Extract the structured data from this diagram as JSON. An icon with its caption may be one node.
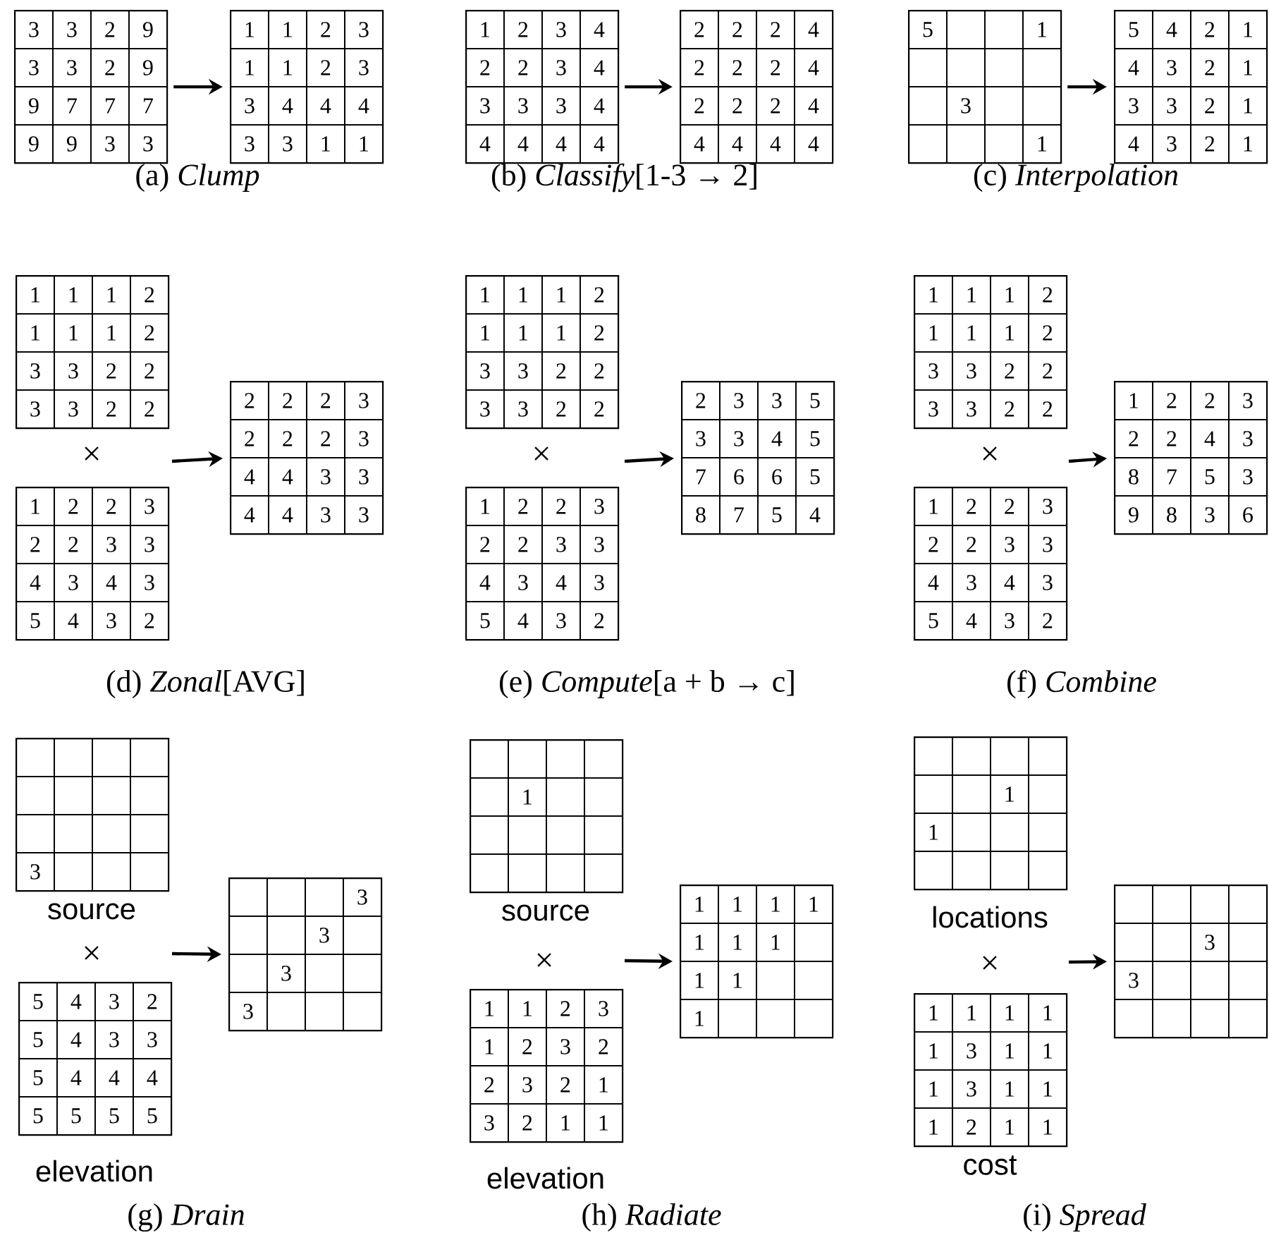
{
  "diagram": {
    "nodes": [
      {
        "text": [],
        "shape": "grid"
      },
      {
        "text": [
          "3"
        ],
        "in": 0
      },
      {
        "text": [
          "3"
        ],
        "in": 0
      },
      {
        "text": [
          "2"
        ],
        "in": 0
      },
      {
        "text": [
          "9"
        ],
        "in": 0
      },
      {
        "text": [
          "3"
        ],
        "in": 0
      },
      {
        "text": [
          "3"
        ],
        "in": 0
      },
      {
        "text": [
          "2"
        ],
        "in": 0
      },
      {
        "text": [
          "9"
        ],
        "in": 0
      },
      {
        "text": [
          "9"
        ],
        "in": 0
      },
      {
        "text": [
          "7"
        ],
        "in": 0
      },
      {
        "text": [
          "7"
        ],
        "in": 0
      },
      {
        "text": [
          "7"
        ],
        "in": 0
      },
      {
        "text": [
          "9"
        ],
        "in": 0
      },
      {
        "text": [
          "9"
        ],
        "in": 0
      },
      {
        "text": [
          "3"
        ],
        "in": 0
      },
      {
        "text": [
          "3"
        ],
        "in": 0
      },
      {
        "text": [],
        "shape": "grid"
      },
      {
        "text": [
          "1"
        ],
        "in": 17
      },
      {
        "text": [
          "1"
        ],
        "in": 17
      },
      {
        "text": [
          "2"
        ],
        "in": 17
      },
      {
        "text": [
          "3"
        ],
        "in": 17
      },
      {
        "text": [
          "1"
        ],
        "in": 17
      },
      {
        "text": [
          "1"
        ],
        "in": 17
      },
      {
        "text": [
          "2"
        ],
        "in": 17
      },
      {
        "text": [
          "3"
        ],
        "in": 17
      },
      {
        "text": [
          "3"
        ],
        "in": 17
      },
      {
        "text": [
          "4"
        ],
        "in": 17
      },
      {
        "text": [
          "4"
        ],
        "in": 17
      },
      {
        "text": [
          "4"
        ],
        "in": 17
      },
      {
        "text": [
          "3"
        ],
        "in": 17
      },
      {
        "text": [
          "3"
        ],
        "in": 17
      },
      {
        "text": [
          "1"
        ],
        "in": 17
      },
      {
        "text": [
          "1"
        ],
        "in": 17
      },
      {
        "text": [],
        "shape": "grid"
      },
      {
        "text": [
          "1"
        ],
        "in": 34
      },
      {
        "text": [
          "2"
        ],
        "in": 34
      },
      {
        "text": [
          "3"
        ],
        "in": 34
      },
      {
        "text": [
          "4"
        ],
        "in": 34
      },
      {
        "text": [
          "2"
        ],
        "in": 34
      },
      {
        "text": [
          "2"
        ],
        "in": 34
      },
      {
        "text": [
          "3"
        ],
        "in": 34
      },
      {
        "text": [
          "4"
        ],
        "in": 34
      },
      {
        "text": [
          "3"
        ],
        "in": 34
      },
      {
        "text": [
          "3"
        ],
        "in": 34
      },
      {
        "text": [
          "3"
        ],
        "in": 34
      },
      {
        "text": [
          "4"
        ],
        "in": 34
      },
      {
        "text": [
          "4"
        ],
        "in": 34
      },
      {
        "text": [
          "4"
        ],
        "in": 34
      },
      {
        "text": [
          "4"
        ],
        "in": 34
      },
      {
        "text": [
          "4"
        ],
        "in": 34
      },
      {
        "text": [],
        "shape": "grid"
      },
      {
        "text": [
          "2"
        ],
        "in": 51
      },
      {
        "text": [
          "2"
        ],
        "in": 51
      },
      {
        "text": [
          "2"
        ],
        "in": 51
      },
      {
        "text": [
          "4"
        ],
        "in": 51
      },
      {
        "text": [
          "2"
        ],
        "in": 51
      },
      {
        "text": [
          "2"
        ],
        "in": 51
      },
      {
        "text": [
          "2"
        ],
        "in": 51
      },
      {
        "text": [
          "4"
        ],
        "in": 51
      },
      {
        "text": [
          "2"
        ],
        "in": 51
      },
      {
        "text": [
          "2"
        ],
        "in": 51
      },
      {
        "text": [
          "2"
        ],
        "in": 51
      },
      {
        "text": [
          "4"
        ],
        "in": 51
      },
      {
        "text": [
          "4"
        ],
        "in": 51
      },
      {
        "text": [
          "4"
        ],
        "in": 51
      },
      {
        "text": [
          "4"
        ],
        "in": 51
      },
      {
        "text": [
          "4"
        ],
        "in": 51
      },
      {
        "text": [],
        "shape": "grid"
      },
      {
        "text": [
          "5"
        ],
        "in": 68
      },
      {
        "text": [],
        "shape": "box",
        "in": 68
      },
      {
        "text": [],
        "shape": "box",
        "in": 68
      },
      {
        "text": [
          "1"
        ],
        "in": 68
      },
      {
        "text": [],
        "shape": "box",
        "in": 68
      },
      {
        "text": [],
        "shape": "box",
        "in": 68
      },
      {
        "text": [],
        "shape": "box",
        "in": 68
      },
      {
        "text": [],
        "shape": "box",
        "in": 68
      },
      {
        "text": [],
        "shape": "box",
        "in": 68
      },
      {
        "text": [
          "3"
        ],
        "in": 68
      },
      {
        "text": [],
        "shape": "box",
        "in": 68
      },
      {
        "text": [],
        "shape": "box",
        "in": 68
      },
      {
        "text": [],
        "shape": "box",
        "in": 68
      },
      {
        "text": [],
        "shape": "box",
        "in": 68
      },
      {
        "text": [],
        "shape": "box",
        "in": 68
      },
      {
        "text": [
          "1"
        ],
        "in": 68
      },
      {
        "text": [],
        "shape": "grid"
      },
      {
        "text": [
          "5"
        ],
        "in": 85
      },
      {
        "text": [
          "4"
        ],
        "in": 85
      },
      {
        "text": [
          "2"
        ],
        "in": 85
      },
      {
        "text": [
          "1"
        ],
        "in": 85
      },
      {
        "text": [
          "4"
        ],
        "in": 85
      },
      {
        "text": [
          "3"
        ],
        "in": 85
      },
      {
        "text": [
          "2"
        ],
        "in": 85
      },
      {
        "text": [
          "1"
        ],
        "in": 85
      },
      {
        "text": [
          "3"
        ],
        "in": 85
      },
      {
        "text": [
          "3"
        ],
        "in": 85
      },
      {
        "text": [
          "2"
        ],
        "in": 85
      },
      {
        "text": [
          "1"
        ],
        "in": 85
      },
      {
        "text": [
          "4"
        ],
        "in": 85
      },
      {
        "text": [
          "3"
        ],
        "in": 85
      },
      {
        "text": [
          "2"
        ],
        "in": 85
      },
      {
        "text": [
          "1"
        ],
        "in": 85
      },
      {
        "text": [],
        "shape": "grid"
      },
      {
        "text": [
          "1"
        ],
        "in": 102
      },
      {
        "text": [
          "1"
        ],
        "in": 102
      },
      {
        "text": [
          "1"
        ],
        "in": 102
      },
      {
        "text": [
          "2"
        ],
        "in": 102
      },
      {
        "text": [
          "1"
        ],
        "in": 102
      },
      {
        "text": [
          "1"
        ],
        "in": 102
      },
      {
        "text": [
          "1"
        ],
        "in": 102
      },
      {
        "text": [
          "2"
        ],
        "in": 102
      },
      {
        "text": [
          "3"
        ],
        "in": 102
      },
      {
        "text": [
          "3"
        ],
        "in": 102
      },
      {
        "text": [
          "2"
        ],
        "in": 102
      },
      {
        "text": [
          "2"
        ],
        "in": 102
      },
      {
        "text": [
          "3"
        ],
        "in": 102
      },
      {
        "text": [
          "3"
        ],
        "in": 102
      },
      {
        "text": [
          "2"
        ],
        "in": 102
      },
      {
        "text": [
          "2"
        ],
        "in": 102
      },
      {
        "text": [],
        "shape": "grid"
      },
      {
        "text": [
          "1"
        ],
        "in": 119
      },
      {
        "text": [
          "2"
        ],
        "in": 119
      },
      {
        "text": [
          "2"
        ],
        "in": 119
      },
      {
        "text": [
          "3"
        ],
        "in": 119
      },
      {
        "text": [
          "2"
        ],
        "in": 119
      },
      {
        "text": [
          "2"
        ],
        "in": 119
      },
      {
        "text": [
          "3"
        ],
        "in": 119
      },
      {
        "text": [
          "3"
        ],
        "in": 119
      },
      {
        "text": [
          "4"
        ],
        "in": 119
      },
      {
        "text": [
          "3"
        ],
        "in": 119
      },
      {
        "text": [
          "4"
        ],
        "in": 119
      },
      {
        "text": [
          "3"
        ],
        "in": 119
      },
      {
        "text": [
          "5"
        ],
        "in": 119
      },
      {
        "text": [
          "4"
        ],
        "in": 119
      },
      {
        "text": [
          "3"
        ],
        "in": 119
      },
      {
        "text": [
          "2"
        ],
        "in": 119
      },
      {
        "text": [],
        "shape": "grid"
      },
      {
        "text": [
          "2"
        ],
        "in": 136
      },
      {
        "text": [
          "2"
        ],
        "in": 136
      },
      {
        "text": [
          "2"
        ],
        "in": 136
      },
      {
        "text": [
          "3"
        ],
        "in": 136
      },
      {
        "text": [
          "2"
        ],
        "in": 136
      },
      {
        "text": [
          "2"
        ],
        "in": 136
      },
      {
        "text": [
          "2"
        ],
        "in": 136
      },
      {
        "text": [
          "3"
        ],
        "in": 136
      },
      {
        "text": [
          "4"
        ],
        "in": 136
      },
      {
        "text": [
          "4"
        ],
        "in": 136
      },
      {
        "text": [
          "3"
        ],
        "in": 136
      },
      {
        "text": [
          "3"
        ],
        "in": 136
      },
      {
        "text": [
          "4"
        ],
        "in": 136
      },
      {
        "text": [
          "4"
        ],
        "in": 136
      },
      {
        "text": [
          "3"
        ],
        "in": 136
      },
      {
        "text": [
          "3"
        ],
        "in": 136
      },
      {
        "text": [],
        "shape": "grid"
      },
      {
        "text": [
          "1"
        ],
        "in": 153
      },
      {
        "text": [
          "1"
        ],
        "in": 153
      },
      {
        "text": [
          "1"
        ],
        "in": 153
      },
      {
        "text": [
          "2"
        ],
        "in": 153
      },
      {
        "text": [
          "1"
        ],
        "in": 153
      },
      {
        "text": [
          "1"
        ],
        "in": 153
      },
      {
        "text": [
          "1"
        ],
        "in": 153
      },
      {
        "text": [
          "2"
        ],
        "in": 153
      },
      {
        "text": [
          "3"
        ],
        "in": 153
      },
      {
        "text": [
          "3"
        ],
        "in": 153
      },
      {
        "text": [
          "2"
        ],
        "in": 153
      },
      {
        "text": [
          "2"
        ],
        "in": 153
      },
      {
        "text": [
          "3"
        ],
        "in": 153
      },
      {
        "text": [
          "3"
        ],
        "in": 153
      },
      {
        "text": [
          "2"
        ],
        "in": 153
      },
      {
        "text": [
          "2"
        ],
        "in": 153
      },
      {
        "text": [],
        "shape": "grid"
      },
      {
        "text": [
          "1"
        ],
        "in": 170
      },
      {
        "text": [
          "2"
        ],
        "in": 170
      },
      {
        "text": [
          "2"
        ],
        "in": 170
      },
      {
        "text": [
          "3"
        ],
        "in": 170
      },
      {
        "text": [
          "2"
        ],
        "in": 170
      },
      {
        "text": [
          "2"
        ],
        "in": 170
      },
      {
        "text": [
          "3"
        ],
        "in": 170
      },
      {
        "text": [
          "3"
        ],
        "in": 170
      },
      {
        "text": [
          "4"
        ],
        "in": 170
      },
      {
        "text": [
          "3"
        ],
        "in": 170
      },
      {
        "text": [
          "4"
        ],
        "in": 170
      },
      {
        "text": [
          "3"
        ],
        "in": 170
      },
      {
        "text": [
          "5"
        ],
        "in": 170
      },
      {
        "text": [
          "4"
        ],
        "in": 170
      },
      {
        "text": [
          "3"
        ],
        "in": 170
      },
      {
        "text": [
          "2"
        ],
        "in": 170
      },
      {
        "text": [],
        "shape": "grid"
      },
      {
        "text": [
          "2"
        ],
        "in": 187
      },
      {
        "text": [
          "3"
        ],
        "in": 187
      },
      {
        "text": [
          "3"
        ],
        "in": 187
      },
      {
        "text": [
          "5"
        ],
        "in": 187
      },
      {
        "text": [
          "3"
        ],
        "in": 187
      },
      {
        "text": [
          "3"
        ],
        "in": 187
      },
      {
        "text": [
          "4"
        ],
        "in": 187
      },
      {
        "text": [
          "5"
        ],
        "in": 187
      },
      {
        "text": [
          "7"
        ],
        "in": 187
      },
      {
        "text": [
          "6"
        ],
        "in": 187
      },
      {
        "text": [
          "6"
        ],
        "in": 187
      },
      {
        "text": [
          "5"
        ],
        "in": 187
      },
      {
        "text": [
          "8"
        ],
        "in": 187
      },
      {
        "text": [
          "7"
        ],
        "in": 187
      },
      {
        "text": [
          "5"
        ],
        "in": 187
      },
      {
        "text": [
          "4"
        ],
        "in": 187
      },
      {
        "text": [],
        "shape": "grid"
      },
      {
        "text": [
          "1"
        ],
        "in": 204
      },
      {
        "text": [
          "1"
        ],
        "in": 204
      },
      {
        "text": [
          "1"
        ],
        "in": 204
      },
      {
        "text": [
          "2"
        ],
        "in": 204
      },
      {
        "text": [
          "1"
        ],
        "in": 204
      },
      {
        "text": [
          "1"
        ],
        "in": 204
      },
      {
        "text": [
          "1"
        ],
        "in": 204
      },
      {
        "text": [
          "2"
        ],
        "in": 204
      },
      {
        "text": [
          "3"
        ],
        "in": 204
      },
      {
        "text": [
          "3"
        ],
        "in": 204
      },
      {
        "text": [
          "2"
        ],
        "in": 204
      },
      {
        "text": [
          "2"
        ],
        "in": 204
      },
      {
        "text": [
          "3"
        ],
        "in": 204
      },
      {
        "text": [
          "3"
        ],
        "in": 204
      },
      {
        "text": [
          "2"
        ],
        "in": 204
      },
      {
        "text": [
          "2"
        ],
        "in": 204
      },
      {
        "text": [],
        "shape": "grid"
      },
      {
        "text": [
          "1"
        ],
        "in": 221
      },
      {
        "text": [
          "2"
        ],
        "in": 221
      },
      {
        "text": [
          "2"
        ],
        "in": 221
      },
      {
        "text": [
          "3"
        ],
        "in": 221
      },
      {
        "text": [
          "2"
        ],
        "in": 221
      },
      {
        "text": [
          "2"
        ],
        "in": 221
      },
      {
        "text": [
          "3"
        ],
        "in": 221
      },
      {
        "text": [
          "3"
        ],
        "in": 221
      },
      {
        "text": [
          "4"
        ],
        "in": 221
      },
      {
        "text": [
          "3"
        ],
        "in": 221
      },
      {
        "text": [
          "4"
        ],
        "in": 221
      },
      {
        "text": [
          "3"
        ],
        "in": 221
      },
      {
        "text": [
          "5"
        ],
        "in": 221
      },
      {
        "text": [
          "4"
        ],
        "in": 221
      },
      {
        "text": [
          "3"
        ],
        "in": 221
      },
      {
        "text": [
          "2"
        ],
        "in": 221
      },
      {
        "text": [],
        "shape": "grid"
      },
      {
        "text": [
          "1"
        ],
        "in": 238
      },
      {
        "text": [
          "2"
        ],
        "in": 238
      },
      {
        "text": [
          "2"
        ],
        "in": 238
      },
      {
        "text": [
          "3"
        ],
        "in": 238
      },
      {
        "text": [
          "2"
        ],
        "in": 238
      },
      {
        "text": [
          "2"
        ],
        "in": 238
      },
      {
        "text": [
          "4"
        ],
        "in": 238
      },
      {
        "text": [
          "3"
        ],
        "in": 238
      },
      {
        "text": [
          "8"
        ],
        "in": 238
      },
      {
        "text": [
          "7"
        ],
        "in": 238
      },
      {
        "text": [
          "5"
        ],
        "in": 238
      },
      {
        "text": [
          "3"
        ],
        "in": 238
      },
      {
        "text": [
          "9"
        ],
        "in": 238
      },
      {
        "text": [
          "8"
        ],
        "in": 238
      },
      {
        "text": [
          "3"
        ],
        "in": 238
      },
      {
        "text": [
          "6"
        ],
        "in": 238
      },
      {
        "text": [],
        "shape": "grid",
        "beside": [
          "source"
        ]
      },
      {
        "text": [],
        "shape": "box",
        "in": 255
      },
      {
        "text": [],
        "shape": "box",
        "in": 255
      },
      {
        "text": [],
        "shape": "box",
        "in": 255
      },
      {
        "text": [],
        "shape": "box",
        "in": 255
      },
      {
        "text": [],
        "shape": "box",
        "in": 255
      },
      {
        "text": [],
        "shape": "box",
        "in": 255
      },
      {
        "text": [],
        "shape": "box",
        "in": 255
      },
      {
        "text": [],
        "shape": "box",
        "in": 255
      },
      {
        "text": [],
        "shape": "box",
        "in": 255
      },
      {
        "text": [],
        "shape": "box",
        "in": 255
      },
      {
        "text": [],
        "shape": "box",
        "in": 255
      },
      {
        "text": [],
        "shape": "box",
        "in": 255
      },
      {
        "text": [
          "3"
        ],
        "in": 255
      },
      {
        "text": [],
        "shape": "box",
        "in": 255
      },
      {
        "text": [],
        "shape": "box",
        "in": 255
      },
      {
        "text": [],
        "shape": "box",
        "in": 255
      },
      {
        "text": [],
        "shape": "grid",
        "beside": [
          "elevation"
        ]
      },
      {
        "text": [
          "5"
        ],
        "in": 272
      },
      {
        "text": [
          "4"
        ],
        "in": 272
      },
      {
        "text": [
          "3"
        ],
        "in": 272
      },
      {
        "text": [
          "2"
        ],
        "in": 272
      },
      {
        "text": [
          "5"
        ],
        "in": 272
      },
      {
        "text": [
          "4"
        ],
        "in": 272
      },
      {
        "text": [
          "3"
        ],
        "in": 272
      },
      {
        "text": [
          "3"
        ],
        "in": 272
      },
      {
        "text": [
          "5"
        ],
        "in": 272
      },
      {
        "text": [
          "4"
        ],
        "in": 272
      },
      {
        "text": [
          "4"
        ],
        "in": 272
      },
      {
        "text": [
          "4"
        ],
        "in": 272
      },
      {
        "text": [
          "5"
        ],
        "in": 272
      },
      {
        "text": [
          "5"
        ],
        "in": 272
      },
      {
        "text": [
          "5"
        ],
        "in": 272
      },
      {
        "text": [
          "5"
        ],
        "in": 272
      },
      {
        "text": [],
        "shape": "grid"
      },
      {
        "text": [],
        "shape": "box",
        "in": 289
      },
      {
        "text": [],
        "shape": "box",
        "in": 289
      },
      {
        "text": [],
        "shape": "box",
        "in": 289
      },
      {
        "text": [
          "3"
        ],
        "in": 289
      },
      {
        "text": [],
        "shape": "box",
        "in": 289
      },
      {
        "text": [],
        "shape": "box",
        "in": 289
      },
      {
        "text": [
          "3"
        ],
        "in": 289
      },
      {
        "text": [],
        "shape": "box",
        "in": 289
      },
      {
        "text": [],
        "shape": "box",
        "in": 289
      },
      {
        "text": [
          "3"
        ],
        "in": 289
      },
      {
        "text": [],
        "shape": "box",
        "in": 289
      },
      {
        "text": [],
        "shape": "box",
        "in": 289
      },
      {
        "text": [
          "3"
        ],
        "in": 289
      },
      {
        "text": [],
        "shape": "box",
        "in": 289
      },
      {
        "text": [],
        "shape": "box",
        "in": 289
      },
      {
        "text": [],
        "shape": "box",
        "in": 289
      },
      {
        "text": [],
        "shape": "grid",
        "beside": [
          "source"
        ]
      },
      {
        "text": [],
        "shape": "box",
        "in": 306
      },
      {
        "text": [],
        "shape": "box",
        "in": 306
      },
      {
        "text": [],
        "shape": "box",
        "in": 306
      },
      {
        "text": [],
        "shape": "box",
        "in": 306
      },
      {
        "text": [],
        "shape": "box",
        "in": 306
      },
      {
        "text": [
          "1"
        ],
        "in": 306
      },
      {
        "text": [],
        "shape": "box",
        "in": 306
      },
      {
        "text": [],
        "shape": "box",
        "in": 306
      },
      {
        "text": [],
        "shape": "box",
        "in": 306
      },
      {
        "text": [],
        "shape": "box",
        "in": 306
      },
      {
        "text": [],
        "shape": "box",
        "in": 306
      },
      {
        "text": [],
        "shape": "box",
        "in": 306
      },
      {
        "text": [],
        "shape": "box",
        "in": 306
      },
      {
        "text": [],
        "shape": "box",
        "in": 306
      },
      {
        "text": [],
        "shape": "box",
        "in": 306
      },
      {
        "text": [],
        "shape": "box",
        "in": 306
      },
      {
        "text": [],
        "shape": "grid",
        "beside": [
          "elevation"
        ]
      },
      {
        "text": [
          "1"
        ],
        "in": 323
      },
      {
        "text": [
          "1"
        ],
        "in": 323
      },
      {
        "text": [
          "2"
        ],
        "in": 323
      },
      {
        "text": [
          "3"
        ],
        "in": 323
      },
      {
        "text": [
          "1"
        ],
        "in": 323
      },
      {
        "text": [
          "2"
        ],
        "in": 323
      },
      {
        "text": [
          "3"
        ],
        "in": 323
      },
      {
        "text": [
          "2"
        ],
        "in": 323
      },
      {
        "text": [
          "2"
        ],
        "in": 323
      },
      {
        "text": [
          "3"
        ],
        "in": 323
      },
      {
        "text": [
          "2"
        ],
        "in": 323
      },
      {
        "text": [
          "1"
        ],
        "in": 323
      },
      {
        "text": [
          "3"
        ],
        "in": 323
      },
      {
        "text": [
          "2"
        ],
        "in": 323
      },
      {
        "text": [
          "1"
        ],
        "in": 323
      },
      {
        "text": [
          "1"
        ],
        "in": 323
      },
      {
        "text": [],
        "shape": "grid"
      },
      {
        "text": [
          "1"
        ],
        "in": 340
      },
      {
        "text": [
          "1"
        ],
        "in": 340
      },
      {
        "text": [
          "1"
        ],
        "in": 340
      },
      {
        "text": [
          "1"
        ],
        "in": 340
      },
      {
        "text": [
          "1"
        ],
        "in": 340
      },
      {
        "text": [
          "1"
        ],
        "in": 340
      },
      {
        "text": [
          "1"
        ],
        "in": 340
      },
      {
        "text": [],
        "shape": "box",
        "in": 340
      },
      {
        "text": [
          "1"
        ],
        "in": 340
      },
      {
        "text": [
          "1"
        ],
        "in": 340
      },
      {
        "text": [],
        "shape": "box",
        "in": 340
      },
      {
        "text": [],
        "shape": "box",
        "in": 340
      },
      {
        "text": [
          "1"
        ],
        "in": 340
      },
      {
        "text": [],
        "shape": "box",
        "in": 340
      },
      {
        "text": [],
        "shape": "box",
        "in": 340
      },
      {
        "text": [],
        "shape": "box",
        "in": 340
      },
      {
        "text": [],
        "shape": "grid",
        "beside": [
          "locations"
        ]
      },
      {
        "text": [],
        "shape": "box",
        "in": 357
      },
      {
        "text": [],
        "shape": "box",
        "in": 357
      },
      {
        "text": [],
        "shape": "box",
        "in": 357
      },
      {
        "text": [],
        "shape": "box",
        "in": 357
      },
      {
        "text": [],
        "shape": "box",
        "in": 357
      },
      {
        "text": [],
        "shape": "box",
        "in": 357
      },
      {
        "text": [
          "1"
        ],
        "in": 357
      },
      {
        "text": [],
        "shape": "box",
        "in": 357
      },
      {
        "text": [
          "1"
        ],
        "in": 357
      },
      {
        "text": [],
        "shape": "box",
        "in": 357
      },
      {
        "text": [],
        "shape": "box",
        "in": 357
      },
      {
        "text": [],
        "shape": "box",
        "in": 357
      },
      {
        "text": [],
        "shape": "box",
        "in": 357
      },
      {
        "text": [],
        "shape": "box",
        "in": 357
      },
      {
        "text": [],
        "shape": "box",
        "in": 357
      },
      {
        "text": [],
        "shape": "box",
        "in": 357
      },
      {
        "text": [],
        "shape": "grid",
        "beside": [
          "cost"
        ]
      },
      {
        "text": [
          "1"
        ],
        "in": 374
      },
      {
        "text": [
          "1"
        ],
        "in": 374
      },
      {
        "text": [
          "1"
        ],
        "in": 374
      },
      {
        "text": [
          "1"
        ],
        "in": 374
      },
      {
        "text": [
          "1"
        ],
        "in": 374
      },
      {
        "text": [
          "3"
        ],
        "in": 374
      },
      {
        "text": [
          "1"
        ],
        "in": 374
      },
      {
        "text": [
          "1"
        ],
        "in": 374
      },
      {
        "text": [
          "1"
        ],
        "in": 374
      },
      {
        "text": [
          "3"
        ],
        "in": 374
      },
      {
        "text": [
          "1"
        ],
        "in": 374
      },
      {
        "text": [
          "1"
        ],
        "in": 374
      },
      {
        "text": [
          "1"
        ],
        "in": 374
      },
      {
        "text": [
          "2"
        ],
        "in": 374
      },
      {
        "text": [
          "1"
        ],
        "in": 374
      },
      {
        "text": [
          "1"
        ],
        "in": 374
      },
      {
        "text": [],
        "shape": "grid"
      },
      {
        "text": [],
        "shape": "box",
        "in": 391
      },
      {
        "text": [],
        "shape": "box",
        "in": 391
      },
      {
        "text": [],
        "shape": "box",
        "in": 391
      },
      {
        "text": [],
        "shape": "box",
        "in": 391
      },
      {
        "text": [],
        "shape": "box",
        "in": 391
      },
      {
        "text": [],
        "shape": "box",
        "in": 391
      },
      {
        "text": [
          "3"
        ],
        "in": 391
      },
      {
        "text": [],
        "shape": "box",
        "in": 391
      },
      {
        "text": [
          "3"
        ],
        "in": 391
      },
      {
        "text": [],
        "shape": "box",
        "in": 391
      },
      {
        "text": [],
        "shape": "box",
        "in": 391
      },
      {
        "text": [],
        "shape": "box",
        "in": 391
      },
      {
        "text": [],
        "shape": "box",
        "in": 391
      },
      {
        "text": [],
        "shape": "box",
        "in": 391
      },
      {
        "text": [],
        "shape": "box",
        "in": 391
      },
      {
        "text": [],
        "shape": "box",
        "in": 391
      }
    ],
    "edges": [
      {
        "from": 0,
        "to": 17,
        "arrow": "to"
      },
      {
        "from": 34,
        "to": 51,
        "arrow": "to"
      },
      {
        "from": 68,
        "to": 85,
        "arrow": "to"
      },
      {
        "from": null,
        "to": 136,
        "arrow": "to"
      },
      {
        "from": null,
        "to": 187,
        "arrow": "to"
      },
      {
        "from": null,
        "to": 238,
        "arrow": "to"
      },
      {
        "from": null,
        "to": 289,
        "arrow": "to"
      },
      {
        "from": null,
        "to": 340,
        "arrow": "to"
      },
      {
        "from": null,
        "to": 391,
        "arrow": "to"
      }
    ],
    "labels": [
      "(a) *Clump*",
      "(b) *Classify*[1-3 → 2]",
      "(c) *Interpolation*",
      "×",
      "×",
      "×",
      "(d) *Zonal*[AVG]",
      "(e) *Compute*[a + b → c]",
      "(f) *Combine*",
      "×",
      "×",
      "×",
      "(g) *Drain*",
      "(h) *Radiate*",
      "(i) *Spread*"
    ]
  }
}
